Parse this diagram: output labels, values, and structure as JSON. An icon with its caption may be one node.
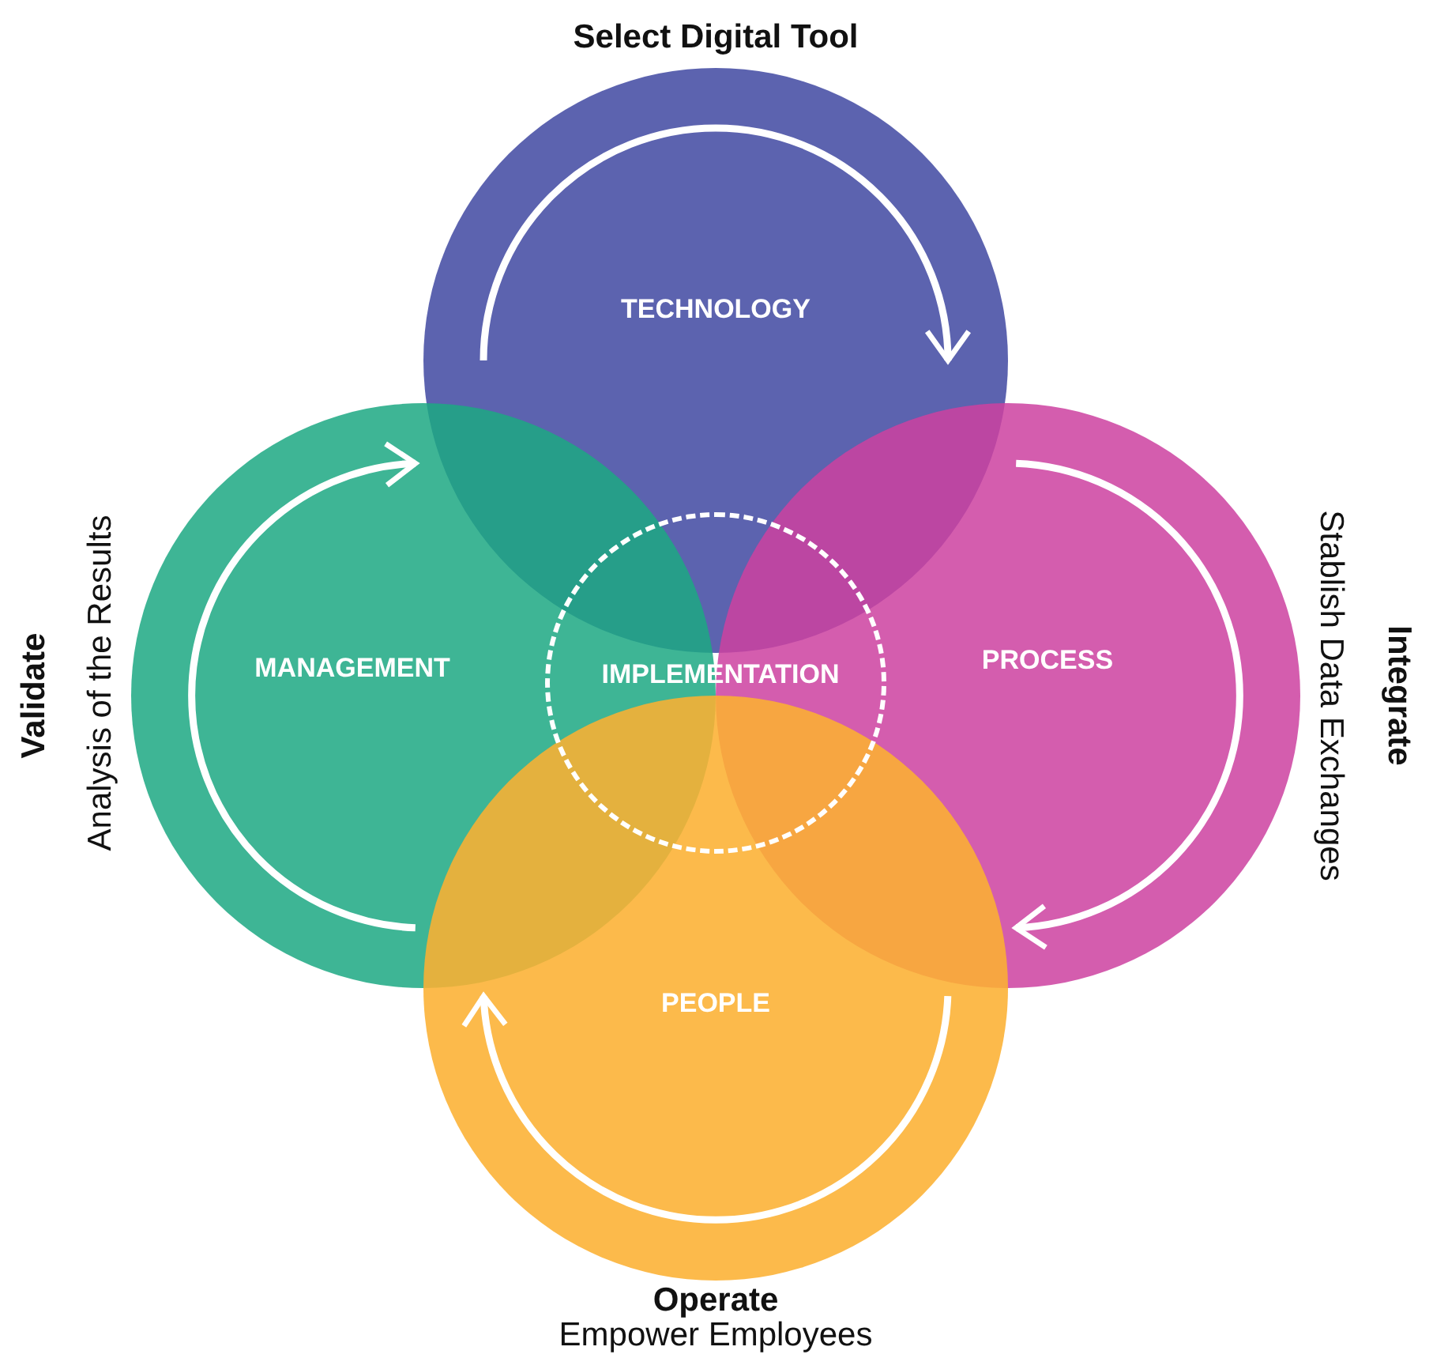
{
  "diagram": {
    "nodes": [
      {
        "text": [
          "TECHNOLOGY"
        ],
        "beside": [
          "Select Digital Tool"
        ]
      },
      {
        "text": [
          "MANAGEMENT"
        ],
        "beside": [
          "Validate",
          "Analysis of the Results"
        ]
      },
      {
        "text": [
          "PROCESS"
        ],
        "beside": [
          "Integrate",
          "Stablish Data Exchanges"
        ]
      },
      {
        "text": [
          "PEOPLE"
        ],
        "beside": [
          "Operate",
          "Empower Employees"
        ]
      },
      {
        "text": [
          "IMPLEMENTATION"
        ]
      }
    ],
    "edges": []
  }
}
